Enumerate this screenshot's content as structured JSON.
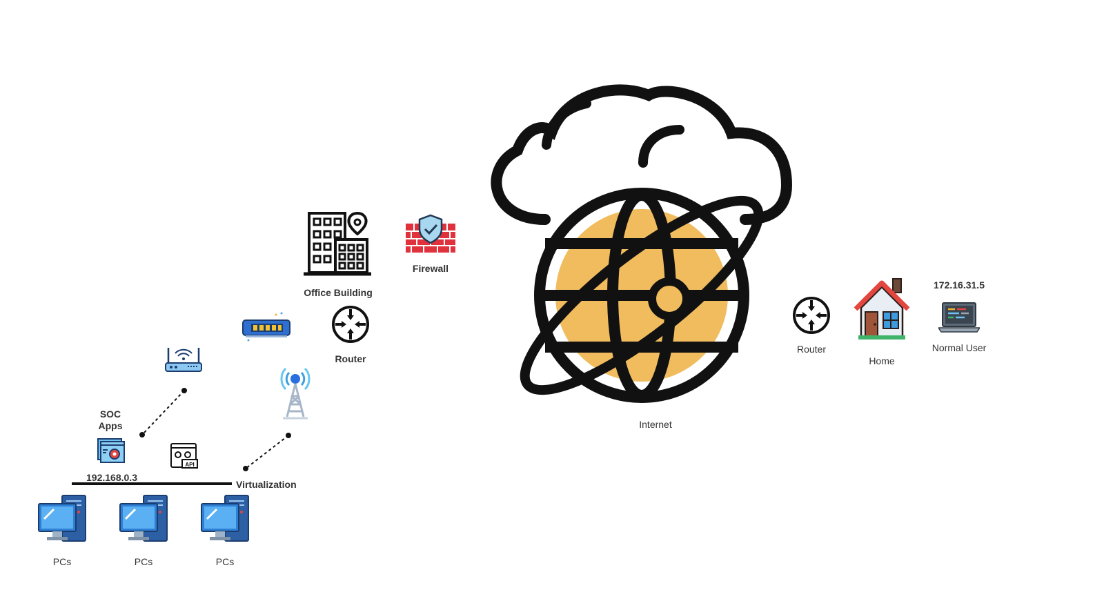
{
  "nodes": {
    "office_building": {
      "label": "Office Building"
    },
    "firewall": {
      "label": "Firewall"
    },
    "router_office": {
      "label": "Router"
    },
    "internet": {
      "label": "Internet"
    },
    "router_home": {
      "label": "Router"
    },
    "home": {
      "label": "Home"
    },
    "normal_user": {
      "label": "Normal User",
      "ip": "172.16.31.5"
    },
    "soc_apps": {
      "label": "SOC\nApps",
      "line1": "SOC",
      "line2": "Apps"
    },
    "lan": {
      "ip": "192.168.0.3"
    },
    "virtualization": {
      "label": "Virtualization"
    },
    "pcs": [
      {
        "label": "PCs"
      },
      {
        "label": "PCs"
      },
      {
        "label": "PCs"
      }
    ]
  },
  "icons": {
    "office_building": "office-building-icon",
    "firewall": "firewall-icon",
    "router": "router-icon",
    "internet": "cloud-globe-icon",
    "home": "house-icon",
    "normal_user": "laptop-icon",
    "wifi_router": "wifi-router-icon",
    "switch": "network-switch-icon",
    "tower": "radio-tower-icon",
    "soc_apps": "app-settings-icon",
    "api": "api-icon",
    "pc": "desktop-pc-icon"
  },
  "colors": {
    "globe_fill": "#F0BC5E",
    "stroke": "#111111",
    "firewall_red": "#E0323C",
    "pc_blue": "#2E7FD6",
    "house_roof": "#E2463F"
  },
  "api_badge": "API"
}
